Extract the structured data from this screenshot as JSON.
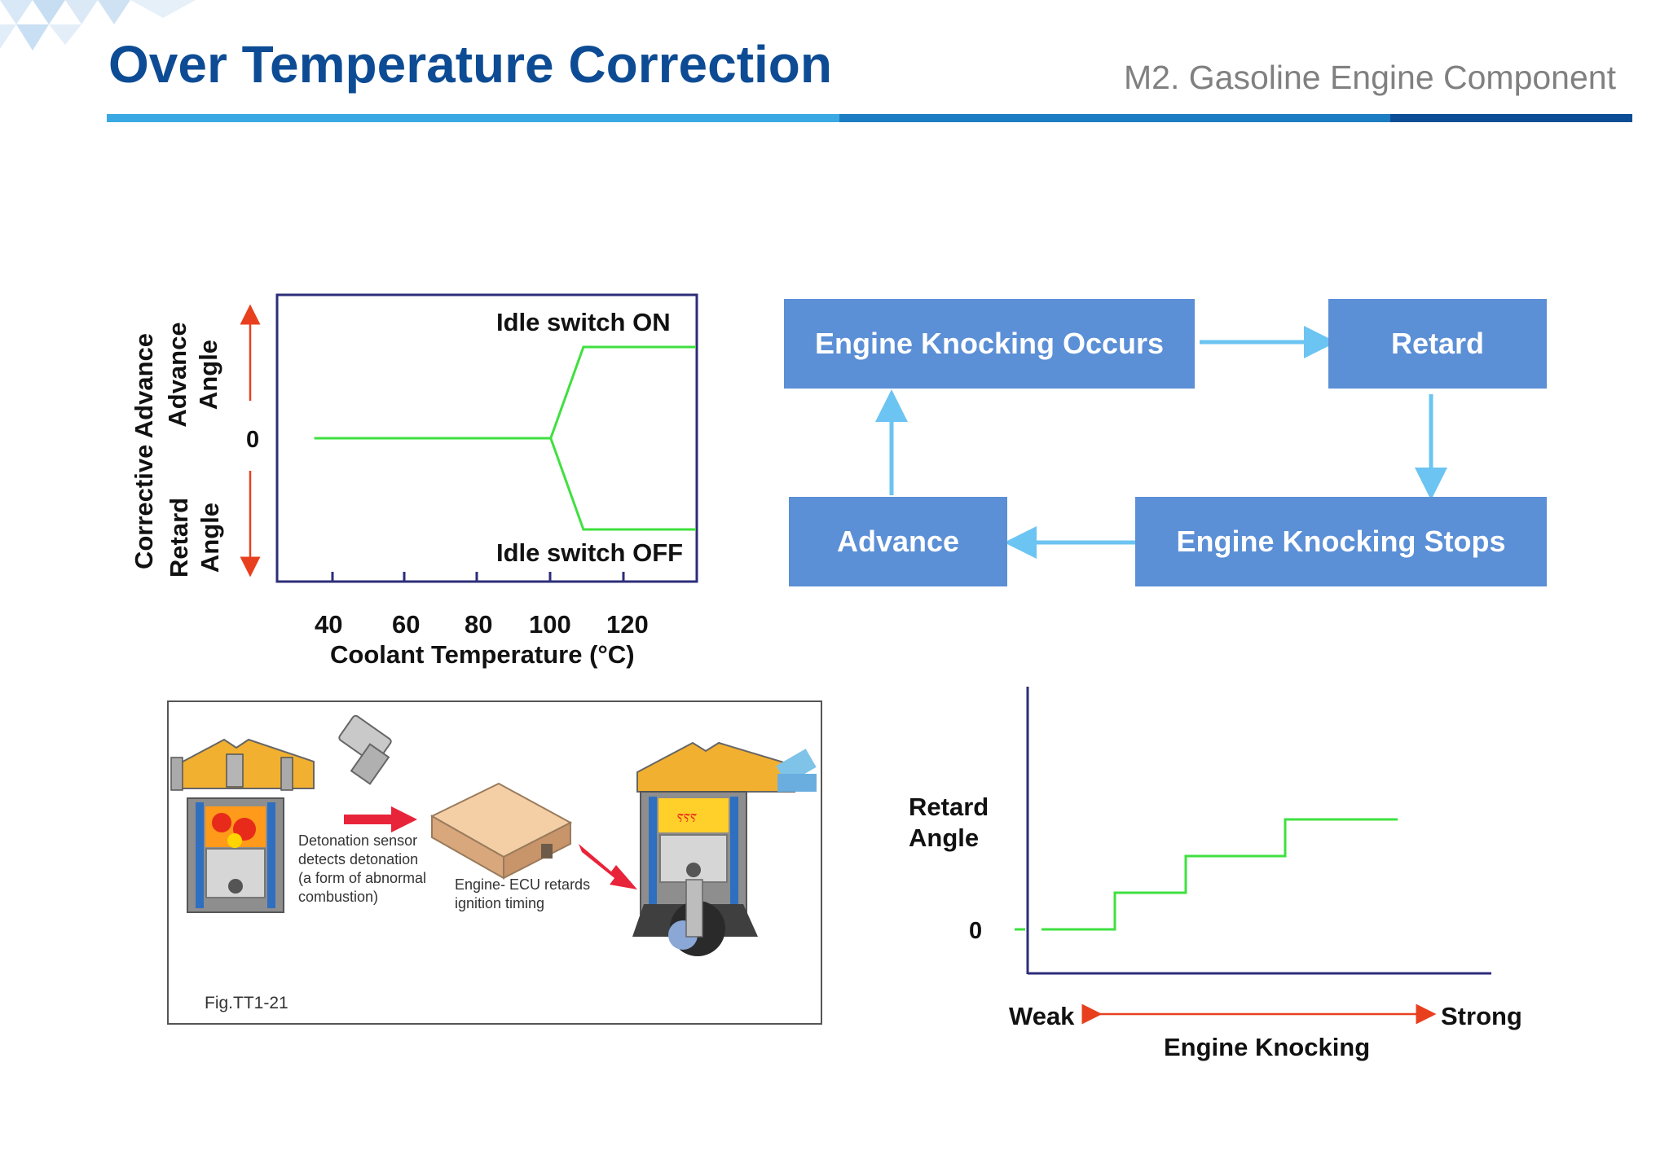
{
  "header": {
    "title": "Over Temperature Correction",
    "module": "M2. Gasoline Engine Component"
  },
  "colors": {
    "title": "#0d4c94",
    "flow_box": "#5b8fd6",
    "flow_arrow": "#6cc4f2",
    "curve": "#3fe03f",
    "axis": "#2d2d7a",
    "indicator_arrow": "#e8401f"
  },
  "temp_chart": {
    "y_title": "Corrective Advance",
    "y_upper_label": [
      "Advance",
      "Angle"
    ],
    "y_lower_label": [
      "Retard",
      "Angle"
    ],
    "y_zero": "0",
    "x_ticks": [
      "40",
      "60",
      "80",
      "100",
      "120"
    ],
    "x_label": "Coolant Temperature (°C)",
    "idle_on": "Idle switch ON",
    "idle_off": "Idle switch OFF"
  },
  "flow": {
    "occurs": "Engine Knocking Occurs",
    "retard": "Retard",
    "stops": "Engine Knocking Stops",
    "advance": "Advance"
  },
  "figure": {
    "sensor_text": [
      "Detonation sensor",
      "detects detonation",
      "(a form of abnormal",
      "combustion)"
    ],
    "ecu_text": [
      "Engine-  ECU retards",
      "ignition timing"
    ],
    "caption": "Fig.TT1-21",
    "spark_glyph": "ⲋⲋⲋ"
  },
  "knock_chart": {
    "y_label": [
      "Retard",
      "Angle"
    ],
    "zero": "0",
    "weak": "Weak",
    "strong": "Strong",
    "x_label": "Engine Knocking"
  },
  "chart_data": [
    {
      "type": "line",
      "x_ticks": [
        40,
        60,
        80,
        100,
        120
      ],
      "series": [
        {
          "name": "Idle switch ON",
          "x": [
            35,
            100,
            109,
            140
          ],
          "y": [
            0,
            0,
            1,
            1
          ]
        },
        {
          "name": "Idle switch OFF",
          "x": [
            35,
            100,
            109,
            140
          ],
          "y": [
            0,
            0,
            -1,
            -1
          ]
        }
      ],
      "xlabel": "Coolant Temperature (°C)",
      "ylabel": "Corrective Advance"
    },
    {
      "type": "line",
      "x_categories": [
        "Weak",
        "Strong"
      ],
      "series": [
        {
          "name": "",
          "steps": [
            0,
            1,
            2,
            3
          ]
        }
      ],
      "xlabel": "Engine Knocking",
      "ylabel": "Retard Angle"
    }
  ]
}
